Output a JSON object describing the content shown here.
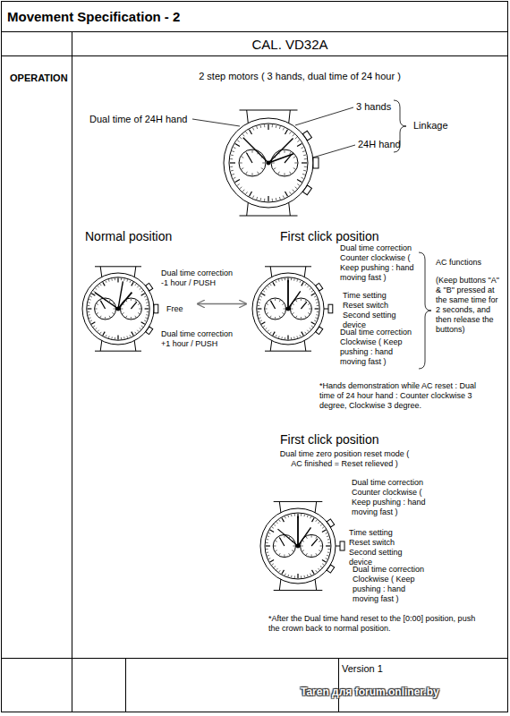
{
  "diagram": {
    "title": "Movement Specification - 2",
    "nodes": [
      {
        "text": [
          "CAL. VD32A"
        ]
      },
      {
        "text": [
          "OPERATION"
        ]
      },
      {
        "text": [
          "Normal position"
        ]
      },
      {
        "text": [
          "First click position"
        ]
      },
      {
        "text": [
          "First click position",
          "Dual time zero position reset mode ( AC finished = Reset relieved )"
        ]
      },
      {
        "text": [
          "Version 1"
        ]
      }
    ],
    "edges": [
      {
        "from": 2,
        "to": 3,
        "arrow": "both"
      }
    ],
    "labels": [
      "2 step motors ( 3 hands, dual time of 24 hour )",
      "Dual time of 24H hand",
      "3 hands",
      "24H hand",
      "Linkage",
      "Dual time correction -1 hour / PUSH",
      "Free",
      "Dual time correction +1 hour / PUSH",
      "Dual time correction Counter clockwise ( Keep pushing : hand moving fast )",
      "Time setting Reset switch Second setting device",
      "Dual time correction Clockwise ( Keep pushing : hand moving fast )",
      "AC functions",
      "(Keep buttons \"A\" & \"B\" pressed at the same time for 2 seconds, and then release the buttons)",
      "*Hands demonstration while AC reset : Dual time of 24 hour hand : Counter clockwise 3 degree, Clockwise 3 degree.",
      "Dual time correction Counter clockwise ( Keep pushing : hand moving fast )",
      "Time setting Reset switch Second setting device",
      "Dual time correction Clockwise ( Keep pushing : hand moving fast )",
      "*After the Dual time hand reset to the [0:00] position, push the crown back to normal position.",
      "Taren для forum.onliner.by"
    ]
  }
}
